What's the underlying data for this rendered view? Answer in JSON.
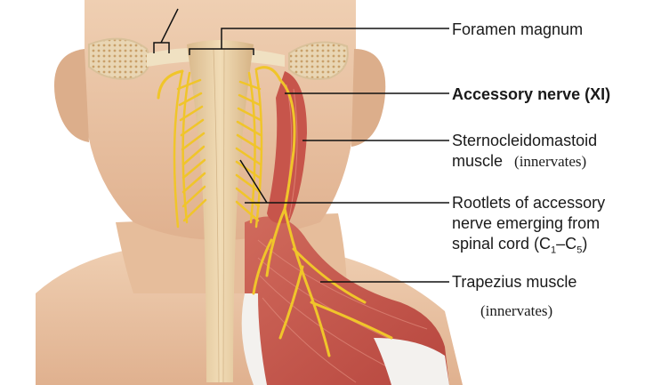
{
  "labels": {
    "foramen_magnum": "Foramen magnum",
    "accessory_nerve": "Accessory nerve (XI)",
    "scm_line1": "Sternocleidomastoid",
    "scm_line2": "muscle",
    "scm_note": "(innervates)",
    "rootlets_line1": "Rootlets of accessory",
    "rootlets_line2": "nerve emerging from",
    "rootlets_line3_prefix": "spinal cord (C",
    "rootlets_sub1": "1",
    "rootlets_dash": "–C",
    "rootlets_sub2": "5",
    "rootlets_close": ")",
    "trapezius": "Trapezius muscle",
    "trapezius_note": "(innervates)"
  },
  "colors": {
    "skin": "#e8c3a3",
    "skin_shadow": "#cf9f7e",
    "bone": "#e9d6b4",
    "bone_spongy": "#c9a06a",
    "spinal_cord": "#e7cfa6",
    "nerve": "#f0c52a",
    "muscle": "#c9584e",
    "muscle_light": "#e38a7a",
    "tendon": "#f3f1ee",
    "leader_line": "#111111"
  }
}
